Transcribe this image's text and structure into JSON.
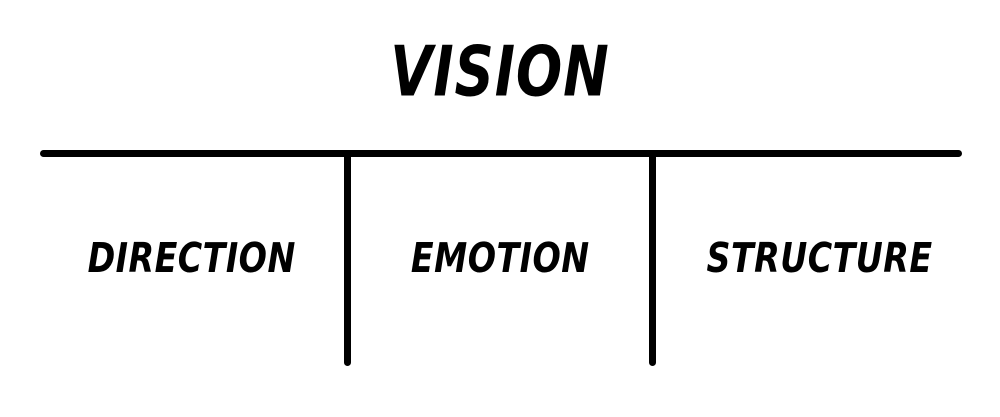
{
  "diagram": {
    "style": {
      "background_color": "#ffffff",
      "ink_color": "#000000"
    },
    "title": "VISION",
    "branches": [
      {
        "label": "DIRECTION"
      },
      {
        "label": "EMOTION"
      },
      {
        "label": "STRUCTURE"
      }
    ]
  }
}
